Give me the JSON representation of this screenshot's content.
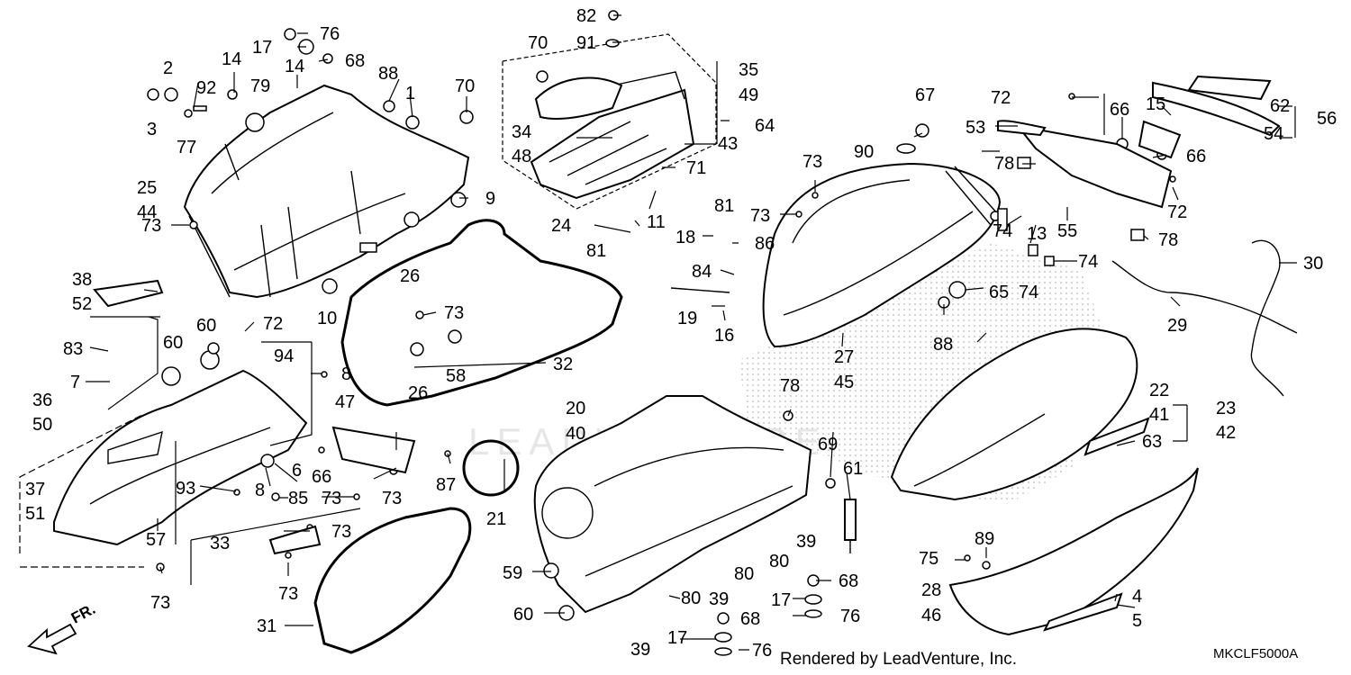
{
  "footer": {
    "rendered_by": "Rendered by LeadVenture, Inc.",
    "diagram_code": "MKCLF5000A",
    "direction": "FR."
  },
  "watermark": "LEADVENTURE",
  "labels": [
    {
      "id": "l82",
      "text": "82"
    },
    {
      "id": "l91",
      "text": "91"
    },
    {
      "id": "l70a",
      "text": "70"
    },
    {
      "id": "l76a",
      "text": "76"
    },
    {
      "id": "l17a",
      "text": "17"
    },
    {
      "id": "l68a",
      "text": "68"
    },
    {
      "id": "l14a",
      "text": "14"
    },
    {
      "id": "l14b",
      "text": "14"
    },
    {
      "id": "l2",
      "text": "2"
    },
    {
      "id": "l92",
      "text": "92"
    },
    {
      "id": "l79",
      "text": "79"
    },
    {
      "id": "l88a",
      "text": "88"
    },
    {
      "id": "l1",
      "text": "1"
    },
    {
      "id": "l70b",
      "text": "70"
    },
    {
      "id": "l3",
      "text": "3"
    },
    {
      "id": "l77",
      "text": "77"
    },
    {
      "id": "l35",
      "text": "35"
    },
    {
      "id": "l49",
      "text": "49"
    },
    {
      "id": "l64",
      "text": "64"
    },
    {
      "id": "l34",
      "text": "34"
    },
    {
      "id": "l48",
      "text": "48"
    },
    {
      "id": "l43",
      "text": "43"
    },
    {
      "id": "l71",
      "text": "71"
    },
    {
      "id": "l25",
      "text": "25"
    },
    {
      "id": "l44",
      "text": "44"
    },
    {
      "id": "l9",
      "text": "9"
    },
    {
      "id": "l73a",
      "text": "73"
    },
    {
      "id": "l24",
      "text": "24"
    },
    {
      "id": "l11",
      "text": "11"
    },
    {
      "id": "l81a",
      "text": "81"
    },
    {
      "id": "l81b",
      "text": "81"
    },
    {
      "id": "l18",
      "text": "18"
    },
    {
      "id": "l86",
      "text": "86"
    },
    {
      "id": "l26a",
      "text": "26"
    },
    {
      "id": "l38",
      "text": "38"
    },
    {
      "id": "l52",
      "text": "52"
    },
    {
      "id": "l10",
      "text": "10"
    },
    {
      "id": "l73b",
      "text": "73"
    },
    {
      "id": "l84",
      "text": "84"
    },
    {
      "id": "l60a",
      "text": "60"
    },
    {
      "id": "l60b",
      "text": "60"
    },
    {
      "id": "l72a",
      "text": "72"
    },
    {
      "id": "l83",
      "text": "83"
    },
    {
      "id": "l7",
      "text": "7"
    },
    {
      "id": "l19",
      "text": "19"
    },
    {
      "id": "l16",
      "text": "16"
    },
    {
      "id": "l58",
      "text": "58"
    },
    {
      "id": "l26b",
      "text": "26"
    },
    {
      "id": "l32",
      "text": "32"
    },
    {
      "id": "l94",
      "text": "94"
    },
    {
      "id": "l8a",
      "text": "8"
    },
    {
      "id": "l36",
      "text": "36"
    },
    {
      "id": "l50",
      "text": "50"
    },
    {
      "id": "l47",
      "text": "47"
    },
    {
      "id": "l20",
      "text": "20"
    },
    {
      "id": "l40",
      "text": "40"
    },
    {
      "id": "l6",
      "text": "6"
    },
    {
      "id": "l66a",
      "text": "66"
    },
    {
      "id": "l87",
      "text": "87"
    },
    {
      "id": "l37",
      "text": "37"
    },
    {
      "id": "l51",
      "text": "51"
    },
    {
      "id": "l93",
      "text": "93"
    },
    {
      "id": "l8b",
      "text": "8"
    },
    {
      "id": "l85",
      "text": "85"
    },
    {
      "id": "l73c",
      "text": "73"
    },
    {
      "id": "l73d",
      "text": "73"
    },
    {
      "id": "l21",
      "text": "21"
    },
    {
      "id": "l57",
      "text": "57"
    },
    {
      "id": "l33",
      "text": "33"
    },
    {
      "id": "l73e",
      "text": "73"
    },
    {
      "id": "l73f",
      "text": "73"
    },
    {
      "id": "l73g",
      "text": "73"
    },
    {
      "id": "l31",
      "text": "31"
    },
    {
      "id": "l59",
      "text": "59"
    },
    {
      "id": "l60c",
      "text": "60"
    },
    {
      "id": "l39a",
      "text": "39"
    },
    {
      "id": "l39b",
      "text": "39"
    },
    {
      "id": "l39c",
      "text": "39"
    },
    {
      "id": "l80a",
      "text": "80"
    },
    {
      "id": "l80b",
      "text": "80"
    },
    {
      "id": "l80c",
      "text": "80"
    },
    {
      "id": "l67",
      "text": "67"
    },
    {
      "id": "l90",
      "text": "90"
    },
    {
      "id": "l73h",
      "text": "73"
    },
    {
      "id": "l73i",
      "text": "73"
    },
    {
      "id": "l27",
      "text": "27"
    },
    {
      "id": "l45",
      "text": "45"
    },
    {
      "id": "l65",
      "text": "65"
    },
    {
      "id": "l88b",
      "text": "88"
    },
    {
      "id": "l78a",
      "text": "78"
    },
    {
      "id": "l69",
      "text": "69"
    },
    {
      "id": "l61",
      "text": "61"
    },
    {
      "id": "l68b",
      "text": "68"
    },
    {
      "id": "l17b",
      "text": "17"
    },
    {
      "id": "l76b",
      "text": "76"
    },
    {
      "id": "l68c",
      "text": "68"
    },
    {
      "id": "l17c",
      "text": "17"
    },
    {
      "id": "l76c",
      "text": "76"
    },
    {
      "id": "l72b",
      "text": "72"
    },
    {
      "id": "l53",
      "text": "53"
    },
    {
      "id": "l66b",
      "text": "66"
    },
    {
      "id": "l15",
      "text": "15"
    },
    {
      "id": "l62",
      "text": "62"
    },
    {
      "id": "l54",
      "text": "54"
    },
    {
      "id": "l56",
      "text": "56"
    },
    {
      "id": "l78b",
      "text": "78"
    },
    {
      "id": "l66c",
      "text": "66"
    },
    {
      "id": "l13",
      "text": "13"
    },
    {
      "id": "l55",
      "text": "55"
    },
    {
      "id": "l72c",
      "text": "72"
    },
    {
      "id": "l74a",
      "text": "74"
    },
    {
      "id": "l74b",
      "text": "74"
    },
    {
      "id": "l74c",
      "text": "74"
    },
    {
      "id": "l78c",
      "text": "78"
    },
    {
      "id": "l30",
      "text": "30"
    },
    {
      "id": "l29",
      "text": "29"
    },
    {
      "id": "l22",
      "text": "22"
    },
    {
      "id": "l41",
      "text": "41"
    },
    {
      "id": "l23",
      "text": "23"
    },
    {
      "id": "l42",
      "text": "42"
    },
    {
      "id": "l63",
      "text": "63"
    },
    {
      "id": "l89",
      "text": "89"
    },
    {
      "id": "l75",
      "text": "75"
    },
    {
      "id": "l28",
      "text": "28"
    },
    {
      "id": "l46",
      "text": "46"
    },
    {
      "id": "l4",
      "text": "4"
    },
    {
      "id": "l5",
      "text": "5"
    }
  ]
}
